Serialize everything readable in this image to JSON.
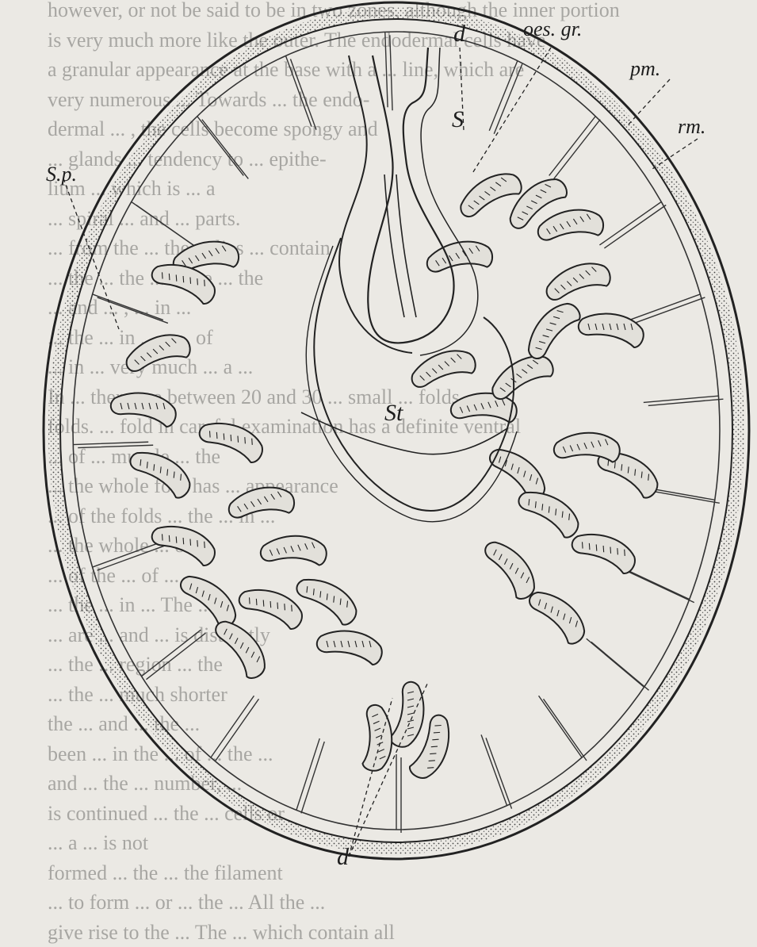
{
  "background_text": [
    "however, or not be said to be in two zones, although the inner portion",
    "is very much more like the outer. The endodermal cells have",
    "a granular appearance at the base with a ... line, which are",
    "very numerous ... Towards ... the endo-",
    "dermal ... , the cells become spongy and",
    "... glands ... tendency to ... epithe-",
    "lium ... which is ... a",
    "... spiral ... and ... parts.",
    "... from the ... the ... lies ... contain",
    "... the ... the ... more ... the",
    "... and ... , ... in ...",
    "... the ... in ... a ... of",
    "... in ... very much ... a ...",
    "In ... there are between 20 and 30 ... small ... folds",
    "folds. ... fold in careful examination has a definite ventral",
    "... of ... muscle ... the",
    "... the whole fold has ... appearance",
    "... of the folds ... the ... in ...",
    "... the whole ... of",
    "... of the ... of ...",
    "... the ... in ... The ... ",
    "... are ... and ... is distinctly",
    "... the ... region ... the",
    "... the ... much shorter",
    "the ... and ... the ...",
    "been ... in the ... of ... the ...",
    "and ... the ... number, ...",
    "is continued ... the ... cells or",
    "... a ... is not",
    "formed ... the ... the filament",
    "... to form ... or ... the ... All the ...",
    "give rise to the ... The ... which contain all"
  ],
  "labels": {
    "d_top": "d",
    "oes_gr": "oes. gr.",
    "pm": "pm.",
    "rm": "rm.",
    "s": "S",
    "sp": "S.p.",
    "st": "St",
    "d_bottom": "d"
  }
}
